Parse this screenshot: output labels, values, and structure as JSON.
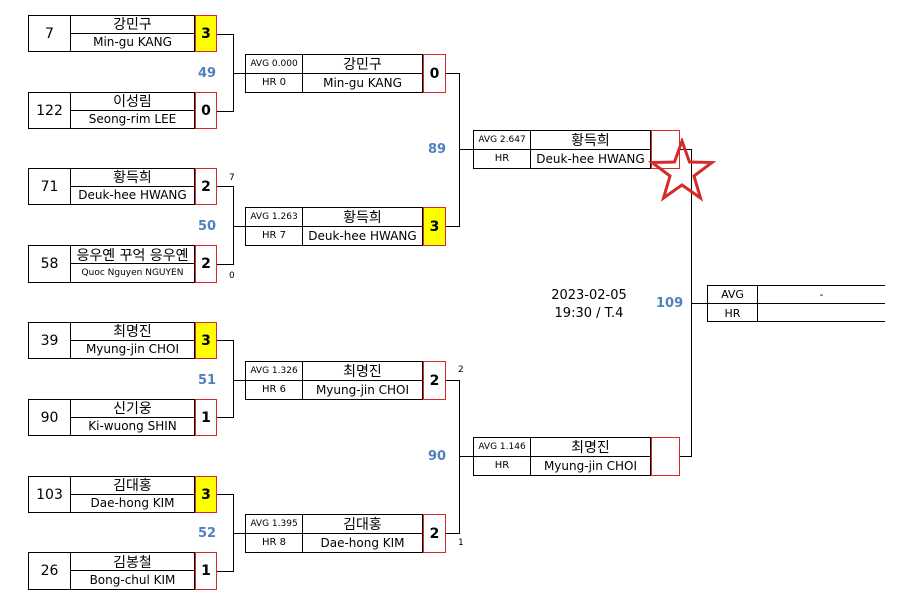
{
  "round1": [
    {
      "seed": "7",
      "name_ko": "강민구",
      "name_en": "Min-gu KANG",
      "score": "3",
      "win": true
    },
    {
      "seed": "122",
      "name_ko": "이성림",
      "name_en": "Seong-rim LEE",
      "score": "0",
      "win": false
    },
    {
      "seed": "71",
      "name_ko": "황득희",
      "name_en": "Deuk-hee HWANG",
      "score": "2",
      "win": false
    },
    {
      "seed": "58",
      "name_ko": "응우옌 꾸억 응우옌",
      "name_en": "Quoc Nguyen NGUYEN",
      "score": "2",
      "win": false
    },
    {
      "seed": "39",
      "name_ko": "최명진",
      "name_en": "Myung-jin CHOI",
      "score": "3",
      "win": true
    },
    {
      "seed": "90",
      "name_ko": "신기웅",
      "name_en": "Ki-wuong SHIN",
      "score": "1",
      "win": false
    },
    {
      "seed": "103",
      "name_ko": "김대홍",
      "name_en": "Dae-hong KIM",
      "score": "3",
      "win": true
    },
    {
      "seed": "26",
      "name_ko": "김봉철",
      "name_en": "Bong-chul KIM",
      "score": "1",
      "win": false
    }
  ],
  "round1_match_numbers": [
    "49",
    "50",
    "51",
    "52"
  ],
  "tiebreak_notes": [
    "7",
    "0"
  ],
  "round2": [
    {
      "avg": "AVG 0.000",
      "hr": "HR 0",
      "name_ko": "강민구",
      "name_en": "Min-gu KANG",
      "score": "0",
      "win": false
    },
    {
      "avg": "AVG 1.263",
      "hr": "HR 7",
      "name_ko": "황득희",
      "name_en": "Deuk-hee HWANG",
      "score": "3",
      "win": true
    },
    {
      "avg": "AVG 1.326",
      "hr": "HR 6",
      "name_ko": "최명진",
      "name_en": "Myung-jin CHOI",
      "score": "2",
      "win": false
    },
    {
      "avg": "AVG 1.395",
      "hr": "HR 8",
      "name_ko": "김대홍",
      "name_en": "Dae-hong KIM",
      "score": "2",
      "win": false
    }
  ],
  "round2_notes": [
    "2",
    "1"
  ],
  "round2_match_numbers": [
    "89",
    "90"
  ],
  "round3": [
    {
      "avg": "AVG 2.647",
      "hr": "HR",
      "name_ko": "황득희",
      "name_en": "Deuk-hee HWANG",
      "score": ""
    },
    {
      "avg": "AVG 1.146",
      "hr": "HR",
      "name_ko": "최명진",
      "name_en": "Myung-jin CHOI",
      "score": ""
    }
  ],
  "final": {
    "match_number": "109",
    "avg_label": "AVG",
    "avg_value": "-",
    "hr_label": "HR",
    "hr_value": ""
  },
  "schedule": {
    "date": "2023-02-05",
    "time": "19:30 / T.4"
  },
  "colors": {
    "match_number": "#4f81bd",
    "score_border": "#d52b2b",
    "winner_fill": "#ffff00",
    "star": "#d52b2b"
  },
  "icons": {
    "star": "star-icon"
  }
}
